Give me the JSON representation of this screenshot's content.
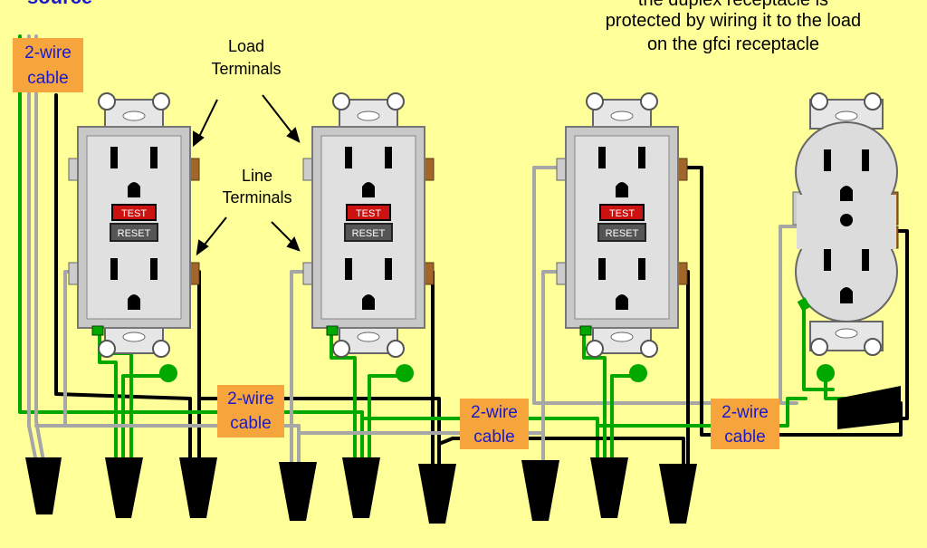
{
  "diagram": {
    "header_partial_left": "source",
    "header_right_lines": [
      "the duplex receptacle is",
      "protected by wiring it to the load",
      "on the gfci receptacle"
    ],
    "callouts": {
      "load": [
        "Load",
        "Terminals"
      ],
      "line": [
        "Line",
        "Terminals"
      ]
    },
    "cable_label_lines": [
      "2-wire",
      "cable"
    ],
    "button_test": "TEST",
    "button_reset": "RESET",
    "colors": {
      "background": "#ffff99",
      "hot_wire": "#000000",
      "neutral_wire": "#a6a6a6",
      "ground_wire": "#00a800",
      "cable_label_bg": "#f5a53c",
      "cable_label_text": "#1a1acc",
      "test_button": "#cc1111",
      "reset_button": "#555555",
      "receptacle_body": "#dcdcdc",
      "terminal_brass": "#a0662a",
      "wire_nut": "#000000"
    }
  }
}
